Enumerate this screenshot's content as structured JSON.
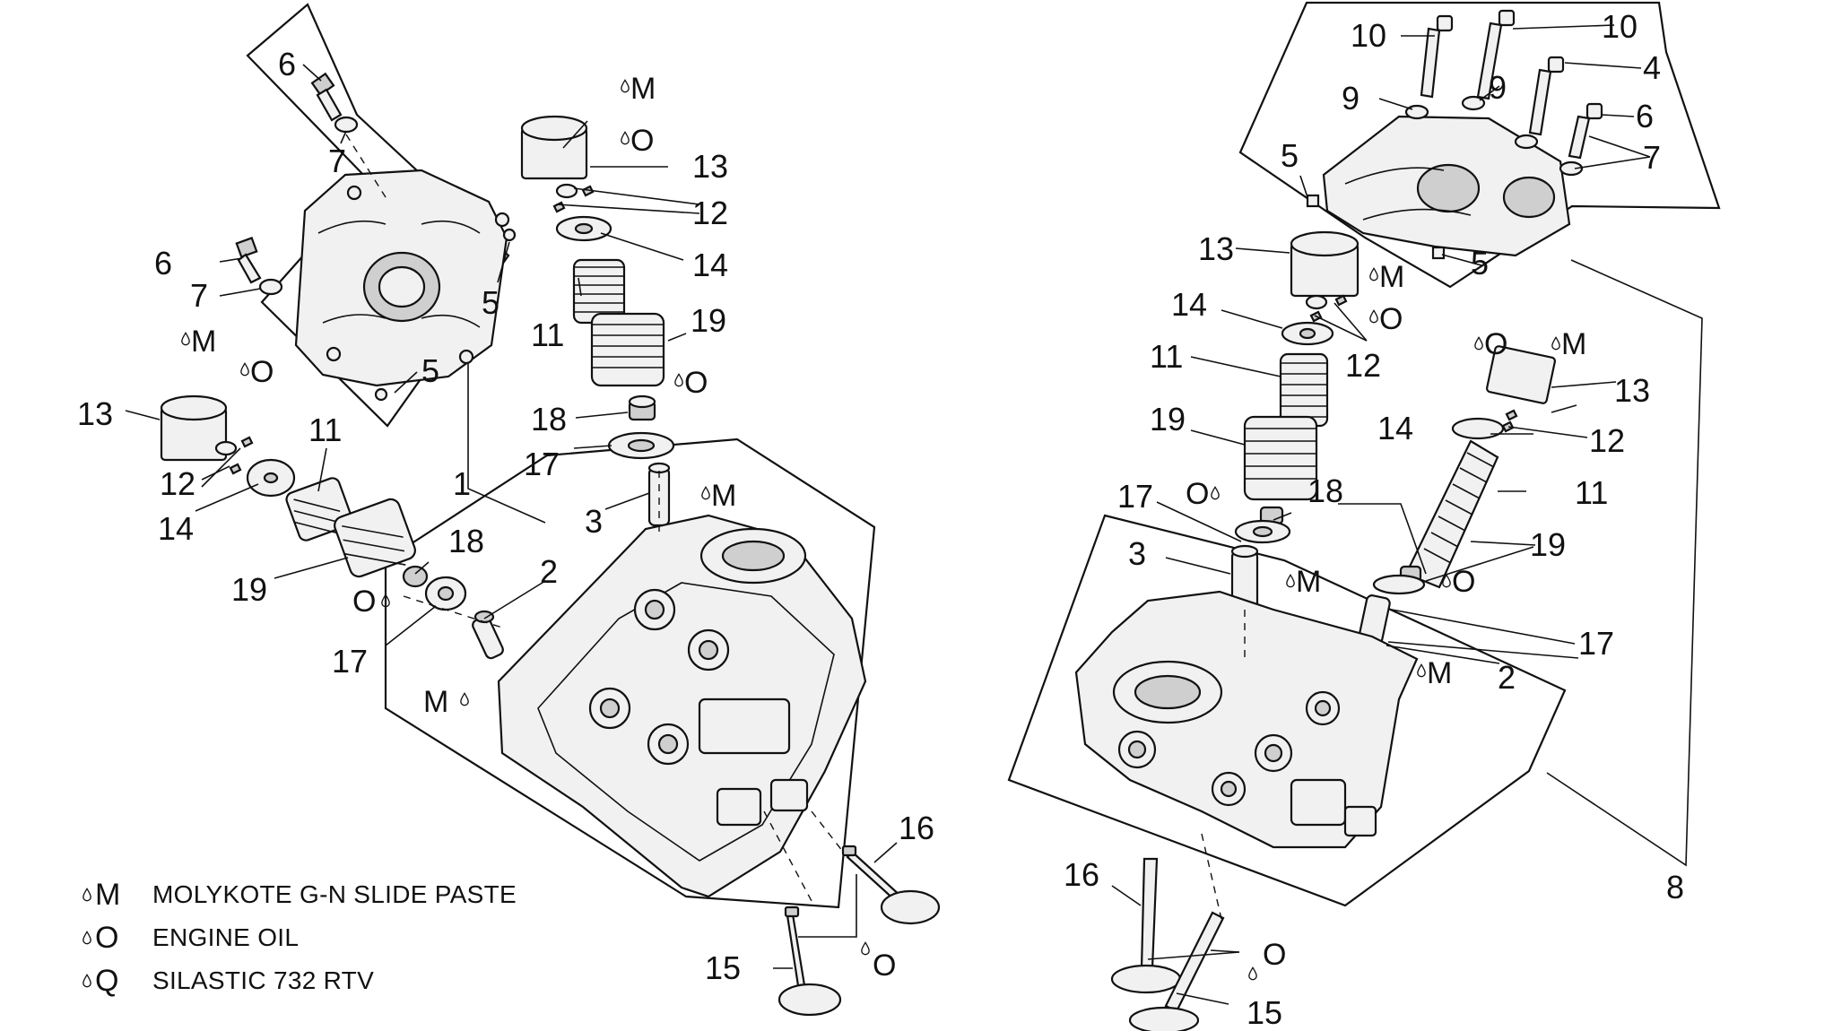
{
  "callouts_left": {
    "c6a": "6",
    "c7a": "7",
    "c6b": "6",
    "c7b": "7",
    "c5a": "5",
    "c5b": "5",
    "c13a": "13",
    "c12a": "12",
    "c14a": "14",
    "c11a": "11",
    "c19a": "19",
    "c18a": "18",
    "c17a": "17",
    "c13b": "13",
    "c12b": "12",
    "c14b": "14",
    "c11b": "11",
    "c19b": "19",
    "c18b": "18",
    "c17b": "17",
    "c1": "1",
    "c3": "3",
    "c2": "2",
    "c16": "16",
    "c15": "15"
  },
  "callouts_right": {
    "c10a": "10",
    "c10b": "10",
    "c4": "4",
    "c9a": "9",
    "c9b": "9",
    "c6": "6",
    "c7": "7",
    "c5a": "5",
    "c5b": "5",
    "c13a": "13",
    "c14a": "14",
    "c12a": "12",
    "c11a": "11",
    "c19a": "19",
    "c13b": "13",
    "c14b": "14",
    "c12b": "12",
    "c11b": "11",
    "c19b": "19",
    "c17a": "17",
    "c18": "18",
    "c17b": "17",
    "c3": "3",
    "c2": "2",
    "c16": "16",
    "c15": "15",
    "c8": "8"
  },
  "lube_marks": {
    "M": "M",
    "O": "O"
  },
  "legend": [
    {
      "symbol": "M",
      "text": "MOLYKOTE G-N SLIDE PASTE"
    },
    {
      "symbol": "O",
      "text": "ENGINE OIL"
    },
    {
      "symbol": "Q",
      "text": "SILASTIC 732 RTV"
    }
  ]
}
